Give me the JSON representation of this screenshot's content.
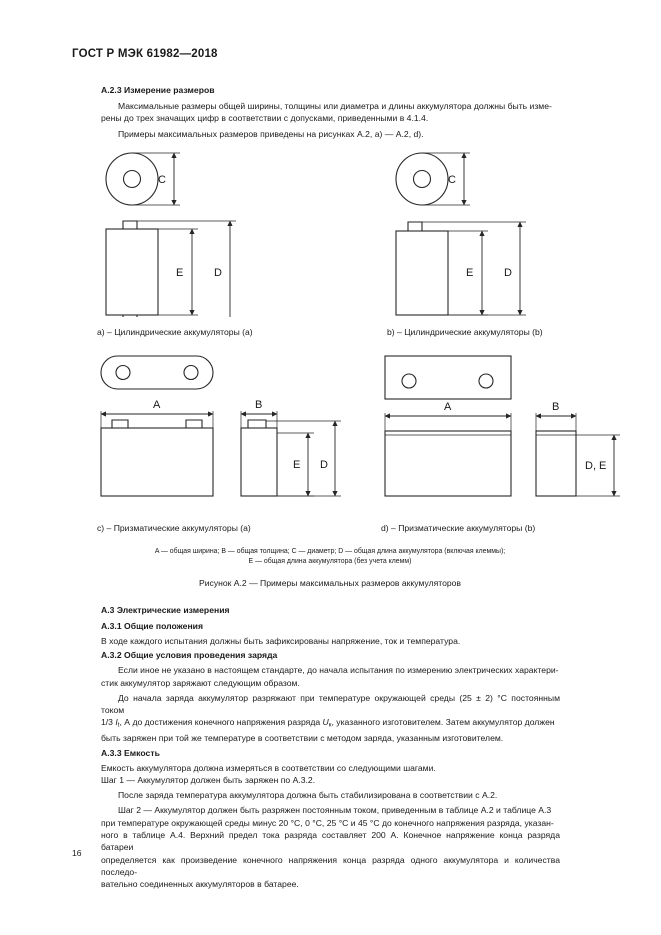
{
  "document": {
    "running_head": "ГОСТ Р МЭК 61982—2018",
    "page_number": "16"
  },
  "sections": {
    "a23_heading": "А.2.3  Измерение размеров",
    "a23_p1_l1": "Максимальные размеры общей ширины, толщины или диаметра и длины аккумулятора должны быть изме-",
    "a23_p1_l2": "рены до трех значащих цифр в соответствии с допусками, приведенными в 4.1.4.",
    "a23_p2": "Примеры максимальных размеров приведены на рисунках А.2, a) — А.2, d).",
    "a3_heading": "А.3  Электрические измерения",
    "a31_heading": "А.3.1  Общие положения",
    "a31_p1": "В ходе каждого испытания должны быть зафиксированы напряжение, ток и температура.",
    "a32_heading": "А.3.2  Общие условия проведения заряда",
    "a32_p1_l1": "Если иное не указано в настоящем стандарте, до начала испытания по измерению электрических характери-",
    "a32_p1_l2": "стик аккумулятор заряжают следующим образом.",
    "a32_p2_l1": "До начала заряда аккумулятор разряжают при температуре окружающей среды (25 ± 2) °С постоянным током",
    "a32_p2_l2_a": "1/3 ",
    "a32_p2_l2_var": "I",
    "a32_p2_l2_sub": "t",
    "a32_p2_l2_b": ", А до достижения конечного напряжения разряда ",
    "a32_p2_l2_var2": "U",
    "a32_p2_l2_sub2": "к",
    "a32_p2_l2_c": ", указанного изготовителем. Затем аккумулятор должен",
    "a32_p2_l3": "быть заряжен при той же температуре в соответствии с методом заряда, указанным изготовителем.",
    "a33_heading": "А.3.3  Емкость",
    "a33_p1": "Емкость аккумулятора должна измеряться в соответствии со следующими шагами.",
    "a33_p2": "Шаг 1 — Аккумулятор должен быть заряжен по А.3.2.",
    "a33_p3": "После заряда температура аккумулятора должна быть стабилизирована в соответствии с А.2.",
    "a33_p4_l1": "Шаг 2 — Аккумулятор должен быть разряжен постоянным током, приведенным в таблице А.2 и таблице А.3",
    "a33_p4_l2": "при температуре окружающей среды минус 20 °С, 0 °С, 25 °С и 45 °С до конечного напряжения разряда, указан-",
    "a33_p4_l3": "ного в таблице А.4. Верхний предел тока разряда составляет 200 А. Конечное напряжение конца разряда батареи",
    "a33_p4_l4": "определяется как произведение конечного напряжения конца разряда одного аккумулятора и количества последо-",
    "a33_p4_l5": "вательно соединенных аккумуляторов в батарее."
  },
  "figure": {
    "captions": {
      "a": "a) – Цилиндрические аккумуляторы (a)",
      "b": "b) – Цилиндрические аккумуляторы (b)",
      "c": "c) – Призматические аккумуляторы (a)",
      "d": "d) – Призматические аккумуляторы (b)"
    },
    "legend_line1": "A — общая ширина; B — общая толщина; C — диаметр; D — общая длина аккумулятора (включая клеммы);",
    "legend_line2": "E — общая длина аккумулятора (без учета клемм)",
    "title": "Рисунок А.2 — Примеры максимальных размеров аккумуляторов",
    "dimension_labels": {
      "a_c": "C",
      "a_e": "E",
      "a_d": "D",
      "b_c": "C",
      "b_e": "E",
      "b_d": "D",
      "c_a": "A",
      "c_b": "B",
      "c_e": "E",
      "c_d": "D",
      "d_a": "A",
      "d_b": "B",
      "d_de": "D, E"
    }
  },
  "colors": {
    "ink": "#1a1a1a",
    "line": "#262626",
    "paper": "#ffffff"
  }
}
